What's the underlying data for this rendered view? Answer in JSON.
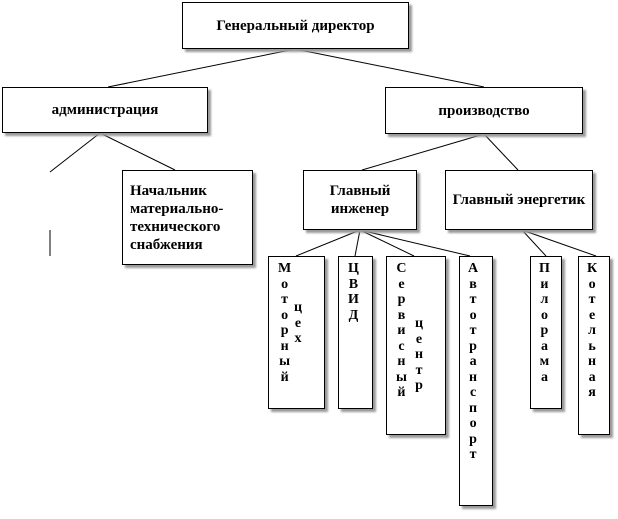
{
  "nodes": {
    "director": "Генеральный директор",
    "administration": "администрация",
    "production": "производство",
    "supply_head": "Начальник материально-технического снабжения",
    "chief_engineer": "Главный инженер",
    "chief_energetic": "Главный энергетик"
  },
  "units": {
    "motor_shop": {
      "word1": "Моторный",
      "word2": "цех"
    },
    "tsvid": {
      "word1": "ЦВИД"
    },
    "service_center": {
      "word1": "Сервисный",
      "word2": "центр"
    },
    "transport": {
      "word1": "Автотранспорт"
    },
    "sawmill": {
      "word1": "Пилорама"
    },
    "boiler": {
      "word1": "Котельная"
    }
  }
}
